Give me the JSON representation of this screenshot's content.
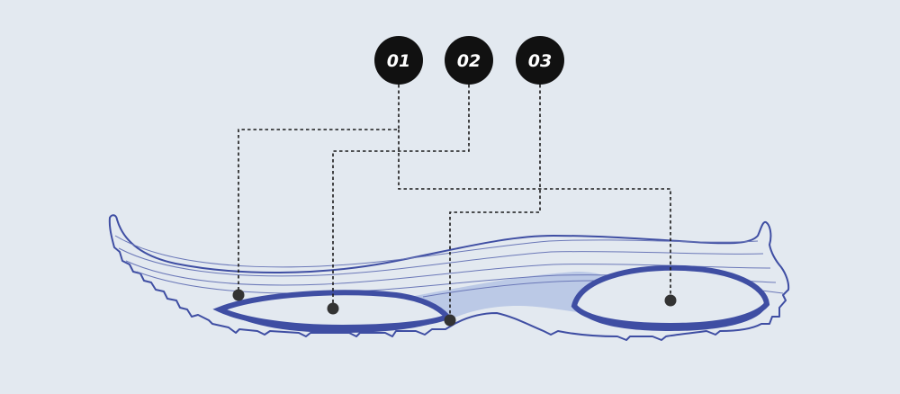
{
  "callouts": [
    {
      "label": "01"
    },
    {
      "label": "02"
    },
    {
      "label": "03"
    }
  ],
  "colors": {
    "background": "#e3e9f0",
    "outline": "#3f4ea3",
    "pod": "#3f4ea3",
    "insert_fill": "#b4c3e4",
    "badge": "#111111",
    "leader": "#1a1a1a",
    "dot": "#333333"
  }
}
